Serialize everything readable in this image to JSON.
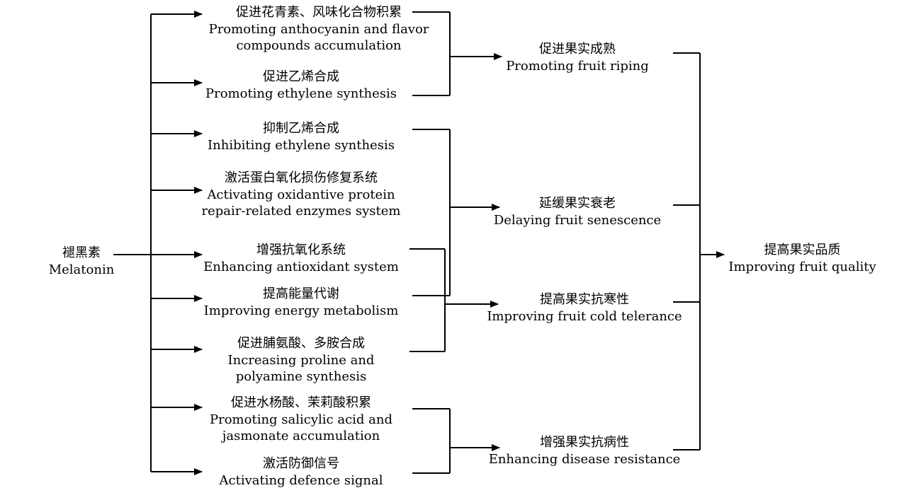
{
  "source": {
    "zh": "褪黑素",
    "en": "Melatonin"
  },
  "effects": [
    {
      "zh": "促进花青素、风味化合物积累",
      "en": [
        "Promoting anthocyanin and flavor",
        "compounds accumulation"
      ]
    },
    {
      "zh": "促进乙烯合成",
      "en": [
        "Promoting ethylene synthesis"
      ]
    },
    {
      "zh": "抑制乙烯合成",
      "en": [
        "Inhibiting ethylene synthesis"
      ]
    },
    {
      "zh": "激活蛋白氧化损伤修复系统",
      "en": [
        "Activating oxidantive protein",
        "repair-related enzymes system"
      ]
    },
    {
      "zh": "增强抗氧化系统",
      "en": [
        "Enhancing antioxidant system"
      ]
    },
    {
      "zh": "提高能量代谢",
      "en": [
        "Improving energy metabolism"
      ]
    },
    {
      "zh": "促进脯氨酸、多胺合成",
      "en": [
        "Increasing proline and",
        "polyamine synthesis"
      ]
    },
    {
      "zh": "促进水杨酸、茉莉酸积累",
      "en": [
        "Promoting salicylic acid and",
        "jasmonate accumulation"
      ]
    },
    {
      "zh": "激活防御信号",
      "en": [
        "Activating defence signal"
      ]
    }
  ],
  "outcomes": [
    {
      "zh": "促进果实成熟",
      "en": "Promoting fruit riping"
    },
    {
      "zh": "延缓果实衰老",
      "en": "Delaying fruit senescence"
    },
    {
      "zh": "提高果实抗寒性",
      "en": "Improving fruit cold telerance"
    },
    {
      "zh": "增强果实抗病性",
      "en": "Enhancing disease resistance"
    }
  ],
  "final": {
    "zh": "提高果实品质",
    "en": "Improving fruit quality"
  }
}
